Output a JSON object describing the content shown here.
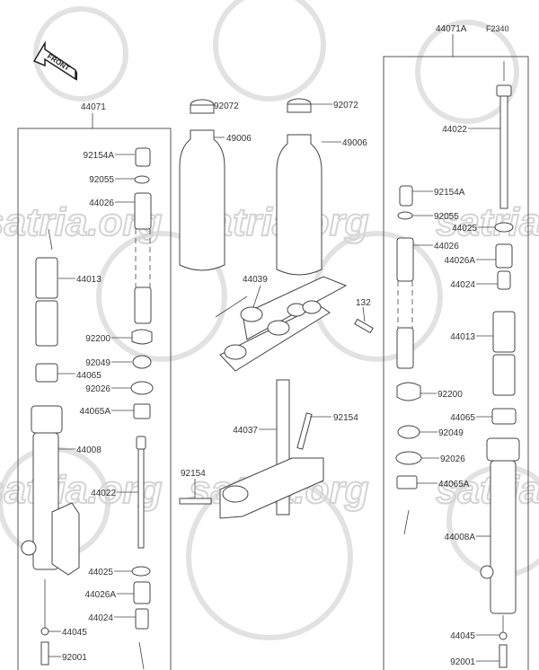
{
  "diagram": {
    "figure_code": "F2340",
    "front_label": "FRONT",
    "watermark": "satria.org",
    "assemblies": {
      "left": "44071",
      "right": "44071A"
    },
    "labels": {
      "l_92154A": "92154A",
      "l_92055": "92055",
      "l_44026": "44026",
      "l_44013": "44013",
      "l_92200": "92200",
      "l_92049": "92049",
      "l_44065": "44065",
      "l_92026": "92026",
      "l_44065A": "44065A",
      "l_44008": "44008",
      "l_44022": "44022",
      "l_44025": "44025",
      "l_44026A": "44026A",
      "l_44024": "44024",
      "l_44045": "44045",
      "l_92001": "92001",
      "c_92072a": "92072",
      "c_92072b": "92072",
      "c_49006a": "49006",
      "c_49006b": "49006",
      "c_44039": "44039",
      "c_132": "132",
      "c_44037": "44037",
      "c_92154a": "92154",
      "c_92154b": "92154",
      "r_44022": "44022",
      "r_92154A": "92154A",
      "r_92055": "92055",
      "r_44025": "44025",
      "r_44026": "44026",
      "r_44026A": "44026A",
      "r_44024": "44024",
      "r_44013": "44013",
      "r_92200": "92200",
      "r_44065": "44065",
      "r_92049": "92049",
      "r_92026": "92026",
      "r_44065A": "44065A",
      "r_44008A": "44008A",
      "r_44045": "44045",
      "r_92001": "92001"
    }
  }
}
